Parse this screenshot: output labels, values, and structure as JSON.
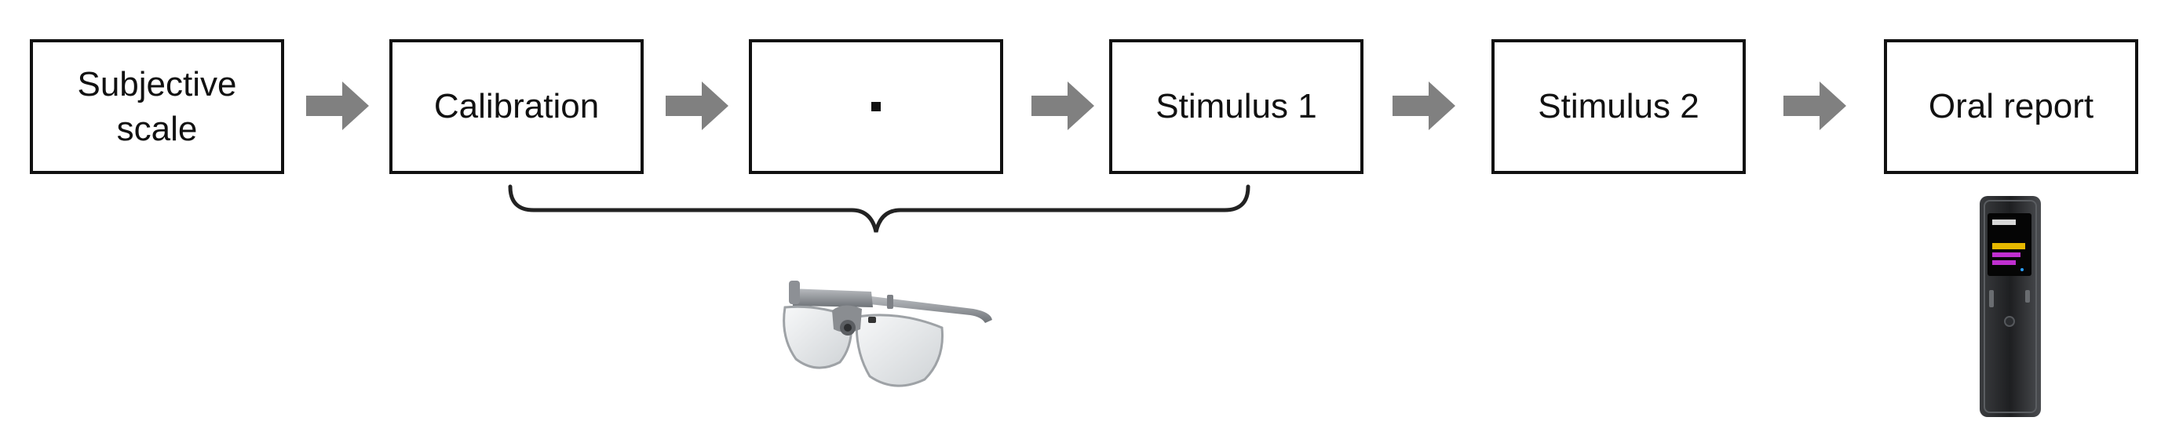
{
  "steps": [
    {
      "id": "subjective",
      "label": "Subjective\nscale"
    },
    {
      "id": "calibration",
      "label": "Calibration"
    },
    {
      "id": "fixation",
      "label": ""
    },
    {
      "id": "stimulus1",
      "label": "Stimulus 1"
    },
    {
      "id": "stimulus2",
      "label": "Stimulus 2"
    },
    {
      "id": "oral",
      "label": "Oral report"
    }
  ],
  "icons": {
    "eye_tracker": "eye-tracker-glasses-icon",
    "recorder": "voice-recorder-icon",
    "fixation": "fixation-dot-icon"
  },
  "colors": {
    "box_border": "#111111",
    "arrow": "#808080",
    "brace": "#222222"
  }
}
